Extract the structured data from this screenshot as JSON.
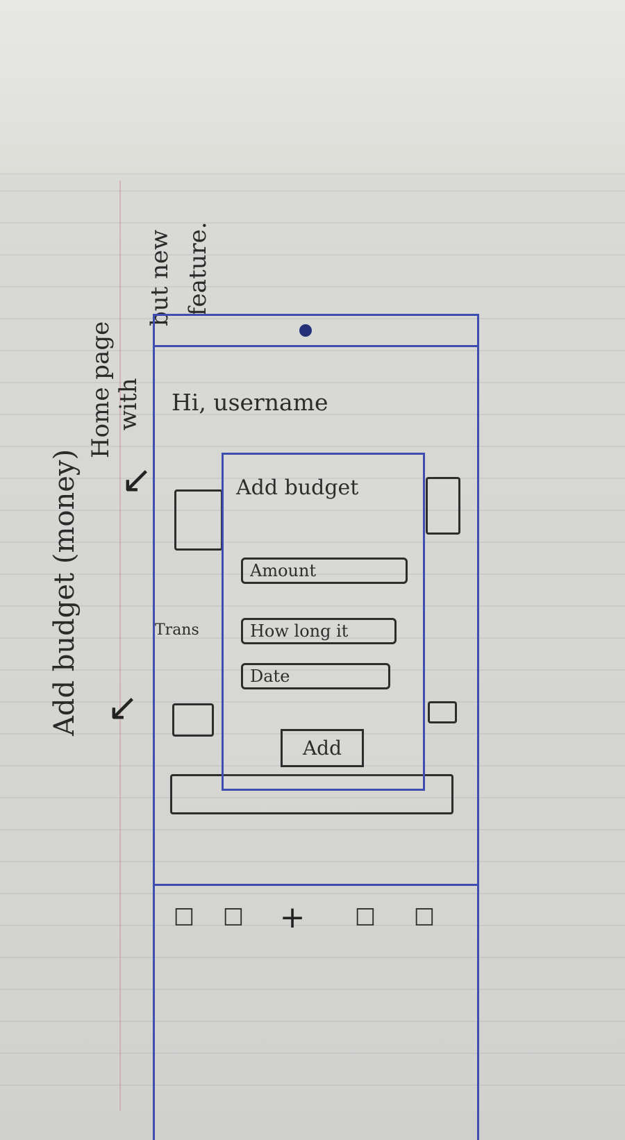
{
  "notes": {
    "line1": "Add budget (money)",
    "line2": "Home page",
    "line3": "with",
    "line4": "but new",
    "line5": "feature."
  },
  "app": {
    "greeting": "Hi, username",
    "cards": {
      "mid_left_label": "Trans"
    },
    "modal": {
      "title": "Add budget",
      "fields": {
        "amount_placeholder": "Amount",
        "duration_placeholder": "How long it",
        "date_placeholder": "Date"
      },
      "button_label": "Add"
    },
    "bottom_nav": {
      "items": [
        "☐",
        "☐",
        "+",
        "☐",
        "☐"
      ],
      "icons": [
        "home-icon",
        "list-icon",
        "plus-icon",
        "chart-icon",
        "profile-icon"
      ]
    }
  }
}
